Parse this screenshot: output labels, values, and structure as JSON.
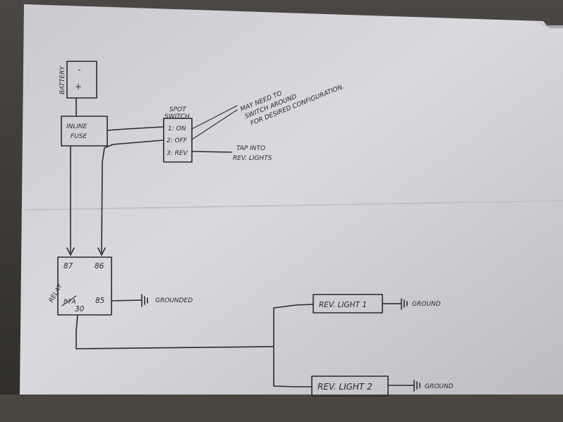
{
  "diagram": {
    "battery": {
      "label": "BATTERY",
      "minus": "-",
      "plus": "+"
    },
    "inline_fuse": {
      "line1": "INLINE",
      "line2": "FUSE"
    },
    "spot_switch": {
      "line1": "SPOT",
      "line2": "SWITCH",
      "pin1": "1: ON",
      "pin2": "2: OFF",
      "pin3": "3: REV"
    },
    "switch_note": {
      "line1": "MAY NEED TO",
      "line2": "SWITCH AROUND",
      "line3": "FOR DESIRED CONFIGURATION."
    },
    "rev_note": {
      "line1": "TAP INTO",
      "line2": "REV. LIGHTS"
    },
    "relay": {
      "label": "RELAY",
      "pin87": "87",
      "pin86": "86",
      "pin87a": "87A",
      "pin85": "85",
      "pin30": "30"
    },
    "relay_ground": "GROUNDED",
    "rev_light_1": {
      "label": "REV. LIGHT 1",
      "ground": "GROUND"
    },
    "rev_light_2": {
      "label": "REV. LIGHT 2",
      "ground": "GROUND"
    }
  }
}
